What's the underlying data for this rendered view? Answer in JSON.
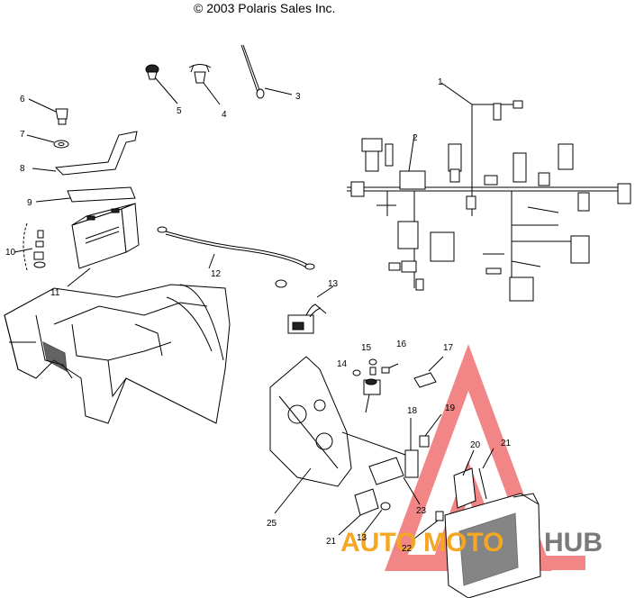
{
  "copyright": "© 2003 Polaris Sales Inc.",
  "callouts": [
    {
      "id": "c1",
      "text": "1"
    },
    {
      "id": "c2",
      "text": "2"
    },
    {
      "id": "c3",
      "text": "3"
    },
    {
      "id": "c4",
      "text": "4"
    },
    {
      "id": "c5",
      "text": "5"
    },
    {
      "id": "c6",
      "text": "6"
    },
    {
      "id": "c7",
      "text": "7"
    },
    {
      "id": "c8",
      "text": "8"
    },
    {
      "id": "c9",
      "text": "9"
    },
    {
      "id": "c10",
      "text": "10"
    },
    {
      "id": "c11",
      "text": "11"
    },
    {
      "id": "c12",
      "text": "12"
    },
    {
      "id": "c13a",
      "text": "13"
    },
    {
      "id": "c14",
      "text": "14"
    },
    {
      "id": "c15",
      "text": "15"
    },
    {
      "id": "c16",
      "text": "16"
    },
    {
      "id": "c17",
      "text": "17"
    },
    {
      "id": "c18",
      "text": "18"
    },
    {
      "id": "c19",
      "text": "19"
    },
    {
      "id": "c20",
      "text": "20"
    },
    {
      "id": "c21a",
      "text": "21"
    },
    {
      "id": "c21b",
      "text": "21"
    },
    {
      "id": "c22",
      "text": "22"
    },
    {
      "id": "c23",
      "text": "23"
    },
    {
      "id": "c25",
      "text": "25"
    },
    {
      "id": "c13b",
      "text": "13"
    }
  ],
  "watermark": {
    "text_auto": "AUTO",
    "text_moto": "MOTO",
    "text_hub": "HUB",
    "color_red": "#f07070",
    "color_orange": "#f5a623",
    "color_gray": "#7a7a7a"
  }
}
